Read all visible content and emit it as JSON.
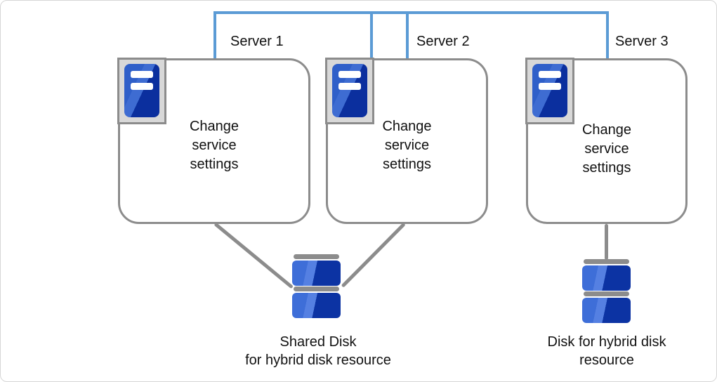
{
  "diagram": {
    "title_implied": "Hybrid disk cluster configuration",
    "colors": {
      "network_line_blue": "#5B9BD5",
      "connector_gray": "#8C8C8C",
      "box_border_gray": "#8C8C8C",
      "icon_frame_fill": "#D8D8D8",
      "icon_blue_light": "#2F5FC9",
      "icon_blue_dark": "#0B2F9E",
      "disk_blue_light": "#3E6ED8",
      "disk_blue_dark": "#0C33A3",
      "text": "#111111",
      "canvas_border": "#d6d6d6"
    },
    "icons": {
      "server": "server-icon",
      "disk": "disk-stack-icon"
    },
    "servers": [
      {
        "label": "Server 1",
        "lines": [
          "Change",
          "service",
          "settings"
        ]
      },
      {
        "label": "Server 2",
        "lines": [
          "Change",
          "service",
          "settings"
        ]
      },
      {
        "label": "Server 3",
        "lines": [
          "Change",
          "service",
          "settings"
        ]
      }
    ],
    "disks": [
      {
        "caption": [
          "Shared Disk",
          "for hybrid disk resource"
        ]
      },
      {
        "caption": [
          "Disk for hybrid disk",
          "resource"
        ]
      }
    ]
  }
}
